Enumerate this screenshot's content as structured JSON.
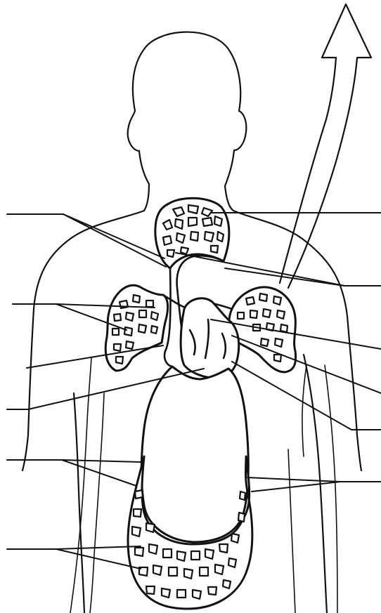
{
  "diagram": {
    "type": "circulatory-system-worksheet",
    "labels": [
      {
        "id": "left-1",
        "text": ""
      },
      {
        "id": "left-2",
        "text": ""
      },
      {
        "id": "left-3",
        "text": ""
      },
      {
        "id": "left-4",
        "text": ""
      },
      {
        "id": "left-5",
        "text": ""
      },
      {
        "id": "left-6",
        "text": ""
      },
      {
        "id": "right-1",
        "text": ""
      },
      {
        "id": "right-2",
        "text": ""
      },
      {
        "id": "right-3",
        "text": ""
      },
      {
        "id": "right-4",
        "text": ""
      },
      {
        "id": "right-5",
        "text": ""
      },
      {
        "id": "right-6",
        "text": ""
      }
    ]
  }
}
